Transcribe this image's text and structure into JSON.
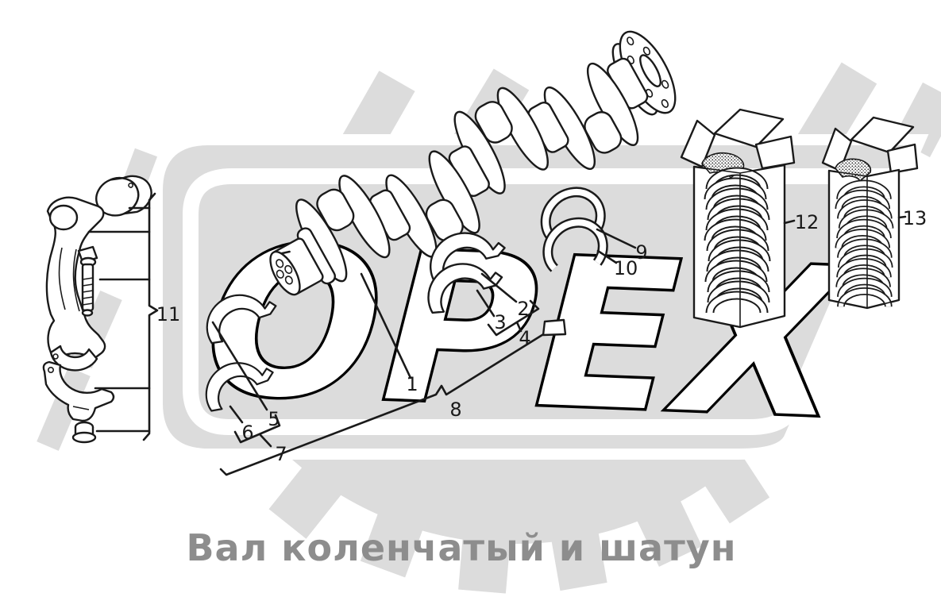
{
  "diagram": {
    "title": "Вал коленчатый и шатун",
    "watermark_text": "ОРЕХ",
    "callout_labels": [
      "1",
      "2",
      "3",
      "4",
      "5",
      "6",
      "7",
      "8",
      "9",
      "10",
      "11",
      "12",
      "13"
    ],
    "colors": {
      "line": "#1a1a1a",
      "paper": "#ffffff",
      "watermark_gray": "#dcdcdc",
      "title_gray": "#8d8d8d",
      "watermark_letter_fill": "#ffffff",
      "watermark_letter_outline": "#000000"
    }
  }
}
